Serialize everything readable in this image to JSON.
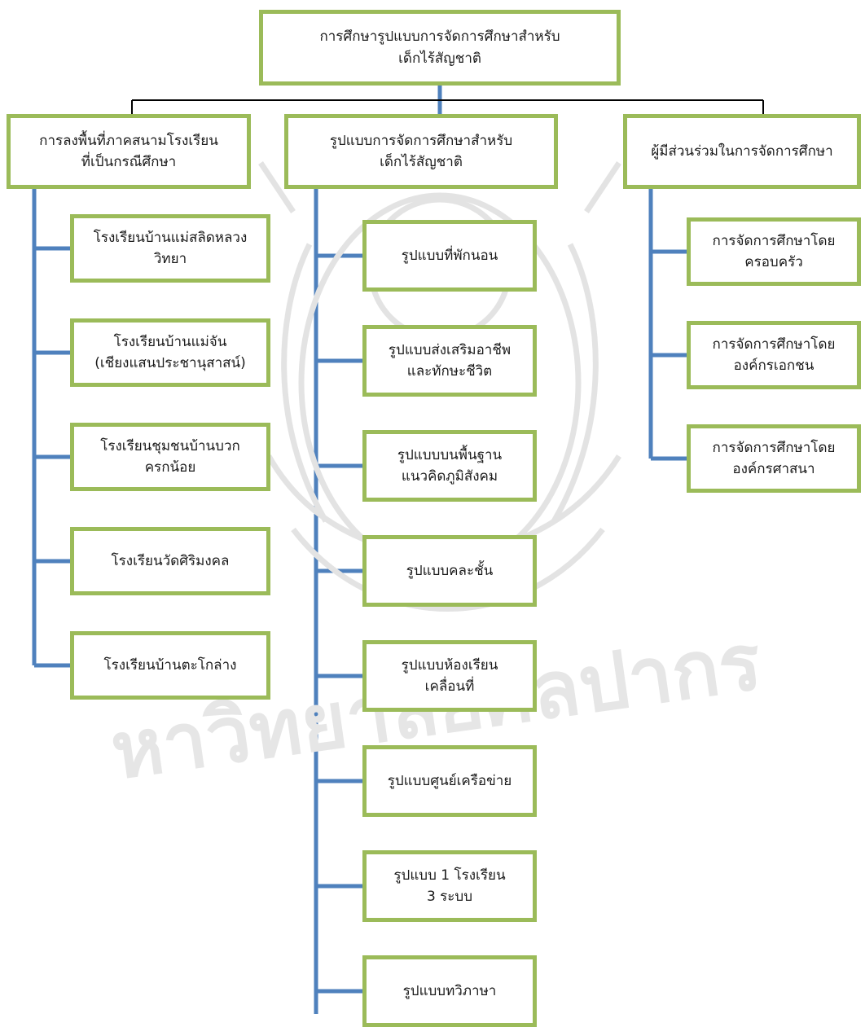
{
  "colors": {
    "box_border": "#9bbb59",
    "trunk_line": "#4f81bd",
    "header_line": "#000000",
    "watermark": "#d9d9d9"
  },
  "root": {
    "label": "การศึกษารูปแบบการจัดการศึกษาสำหรับ\nเด็กไร้สัญชาติ"
  },
  "branches": [
    {
      "label": "การลงพื้นที่ภาคสนามโรงเรียน\nที่เป็นกรณีศึกษา",
      "children": [
        "โรงเรียนบ้านแม่สลิดหลวง\nวิทยา",
        "โรงเรียนบ้านแม่จัน\n(เชียงแสนประชานุสาสน์)",
        "โรงเรียนชุมชนบ้านบวก\nครกน้อย",
        "โรงเรียนวัดศิริมงคล",
        "โรงเรียนบ้านตะโกล่าง"
      ]
    },
    {
      "label": "รูปแบบการจัดการศึกษาสำหรับ\nเด็กไร้สัญชาติ",
      "children": [
        "รูปแบบที่พักนอน",
        "รูปแบบส่งเสริมอาชีพ\nและทักษะชีวิต",
        "รูปแบบบนพื้นฐาน\nแนวคิดภูมิสังคม",
        "รูปแบบคละชั้น",
        "รูปแบบห้องเรียน\nเคลื่อนที่",
        "รูปแบบศูนย์เครือข่าย",
        "รูปแบบ 1 โรงเรียน\n3 ระบบ",
        "รูปแบบทวิภาษา"
      ]
    },
    {
      "label": "ผู้มีส่วนร่วมในการจัดการศึกษา",
      "children": [
        "การจัดการศึกษาโดย\nครอบครัว",
        "การจัดการศึกษาโดย\nองค์กรเอกชน",
        "การจัดการศึกษาโดย\nองค์กรศาสนา"
      ]
    }
  ],
  "watermark": {
    "text": "หาวิทยาลัยศิลปากร"
  }
}
